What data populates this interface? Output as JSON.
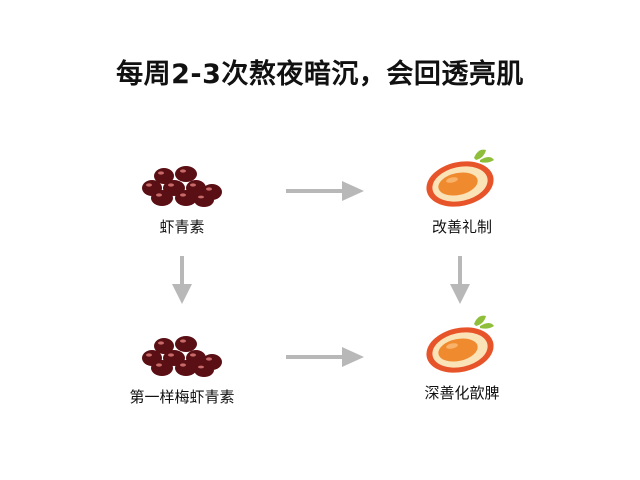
{
  "title": "每周2-3次熬夜暗沉，会回透亮肌",
  "nodes": {
    "top_left": {
      "label": "虾青素",
      "icon": "capsules-icon"
    },
    "top_right": {
      "label": "改善礼制",
      "icon": "fruit-half-icon"
    },
    "bottom_left": {
      "label": "第一样梅虾青素",
      "icon": "capsules-icon"
    },
    "bottom_right": {
      "label": "深善化歆脾",
      "icon": "fruit-half-icon"
    }
  },
  "colors": {
    "capsule": "#5a0f14",
    "capsule_highlight": "#c86a6a",
    "arrow": "#b8b8b8",
    "fruit_outer": "#e8542a",
    "fruit_flesh": "#fbe3b8",
    "fruit_core": "#f08a2e",
    "leaf": "#8fbf3a"
  }
}
